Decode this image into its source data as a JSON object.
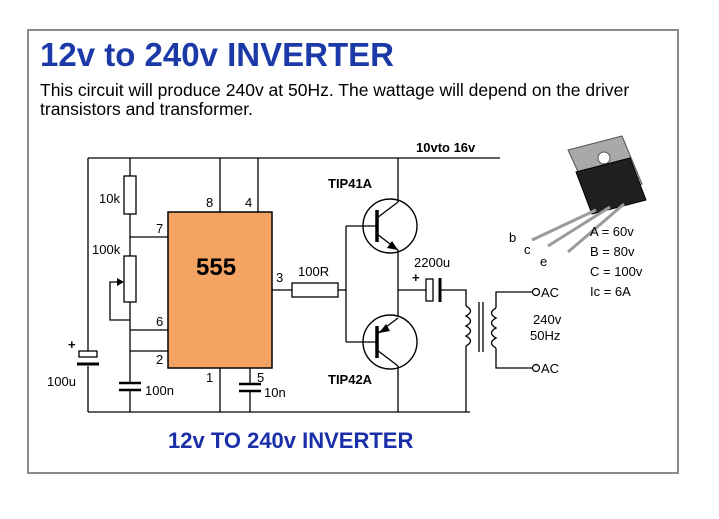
{
  "page": {
    "title": "12v to 240v INVERTER",
    "description": "This circuit will produce 240v at 50Hz. The wattage will depend on the driver transistors and transformer."
  },
  "schematic": {
    "supply_label": "10vto 16v",
    "ic_label": "555",
    "pins": {
      "p1": "1",
      "p2": "2",
      "p3": "3",
      "p4": "4",
      "p5": "5",
      "p6": "6",
      "p7": "7",
      "p8": "8"
    },
    "resistors": {
      "r1": "10k",
      "r2": "100k",
      "r3": "100R"
    },
    "capacitors": {
      "c1": "100u",
      "c2": "100n",
      "c3": "10n",
      "c4": "2200u"
    },
    "transistors": {
      "q1": "TIP41A",
      "q2": "TIP42A"
    },
    "output": {
      "ac_top": "AC",
      "ac_bottom": "AC",
      "voltage": "240v",
      "frequency": "50Hz"
    },
    "pinout": {
      "b": "b",
      "c": "c",
      "e": "e"
    },
    "specs": [
      "A = 60v",
      "B = 80v",
      "C = 100v",
      "Ic = 6A"
    ],
    "caption": "12v TO 240v INVERTER"
  },
  "colors": {
    "title": "#1b3aa8",
    "ic_fill": "#f4a462",
    "caption": "#1b2fa8"
  }
}
